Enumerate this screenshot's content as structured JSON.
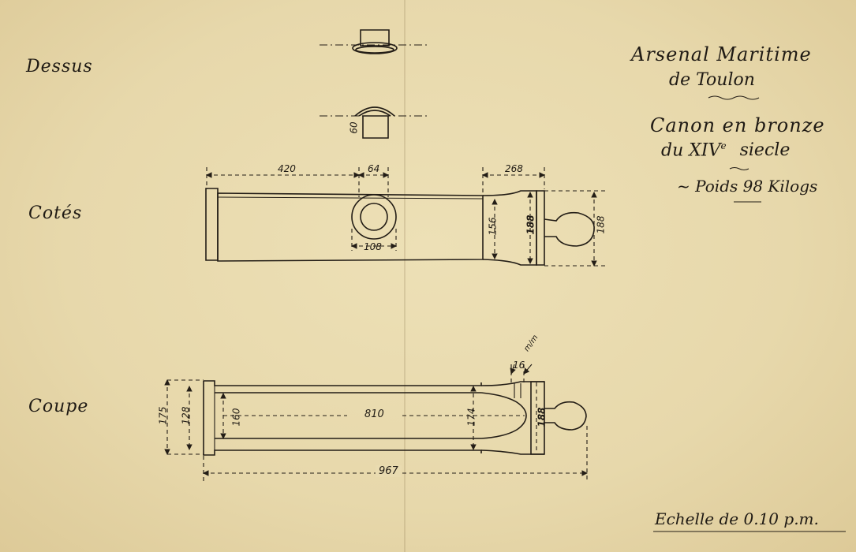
{
  "title": {
    "line1": "Arsenal Maritime",
    "line2": "de Toulon",
    "line3": "Canon en bronze",
    "line4": "du XIV",
    "line4_sup": "e",
    "line4_end": "siecle",
    "line5": "~ Poids 98 Kilogs"
  },
  "views": {
    "top": "Dessus",
    "side": "Cotés",
    "section": "Coupe"
  },
  "dimensions": {
    "top_detail": "60",
    "side_a": "420",
    "side_b": "64",
    "side_c": "268",
    "side_ring": "108",
    "side_neck": "156",
    "side_ring2": "188",
    "side_knob": "188",
    "sec_outer": "175",
    "sec_inner": "128",
    "sec_bore": "160",
    "sec_len": "810",
    "sec_neck": "174",
    "sec_ring": "188",
    "sec_total": "967",
    "sec_hole": "16",
    "sec_unit": "m/m"
  },
  "scale": "Echelle de 0.10 p.m."
}
